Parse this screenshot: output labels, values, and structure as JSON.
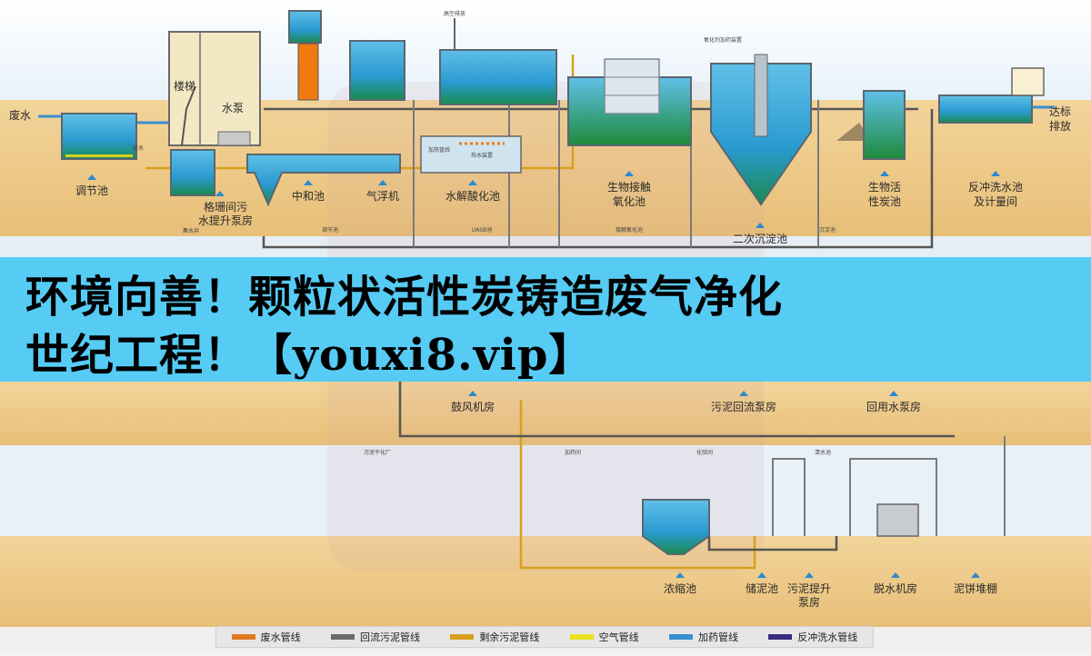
{
  "labels": {
    "wastewater": "废水",
    "regulating_tank": "调节池",
    "stairs": "楼梯",
    "water_pump": "水泵",
    "grille_pump_room": "格珊间污",
    "grille_pump_room_2": "水提升泵房",
    "neutralization_tank": "中和池",
    "air_flotation": "气浮机",
    "hydrolysis_tank": "水解酸化池",
    "bio_contact_1": "生物接触",
    "bio_contact_2": "氧化池",
    "secondary_sedimentation": "二次沉淀池",
    "bio_carbon_1": "生物活",
    "bio_carbon_2": "性炭池",
    "backwash_1": "反冲洗水池",
    "backwash_2": "及计量间",
    "discharge_1": "达标",
    "discharge_2": "排放",
    "blower_room": "鼓风机房",
    "sludge_return_pump": "污泥回流泵房",
    "reuse_pump": "回用水泵房",
    "thickener": "浓缩池",
    "sludge_storage": "储泥池",
    "sludge_lift_1": "污泥提升",
    "sludge_lift_2": "泵房",
    "dewatering_room": "脱水机房",
    "cake_shed": "泥饼堆棚"
  },
  "small_labels": {
    "exhaust": "高空排放",
    "dosing_device": "氧化剂加药装置",
    "wastewater_small": "废水",
    "heating_pipe": "加热管线",
    "distributor": "布水装置",
    "sump": "集水井",
    "regulating_small": "调节池",
    "uasb": "UASB池",
    "contact_small": "接触氧化池",
    "settle_small": "沉淀池",
    "sludge_dry": "污泥干化厂",
    "dosing_room": "加药间",
    "lab_room": "化验间",
    "clear_water": "清水池"
  },
  "banner": {
    "line1": "环境向善！颗粒状活性炭铸造废气净化",
    "line2": "世纪工程！【youxi8.vip】"
  },
  "legend": [
    {
      "label": "废水管线",
      "color": "#e07a20"
    },
    {
      "label": "回流污泥管线",
      "color": "#6a6a6a"
    },
    {
      "label": "剩余污泥管线",
      "color": "#d8a020"
    },
    {
      "label": "空气管线",
      "color": "#e8e020"
    },
    {
      "label": "加药管线",
      "color": "#3a8fd0"
    },
    {
      "label": "反冲洗水管线",
      "color": "#3a2a80"
    }
  ]
}
